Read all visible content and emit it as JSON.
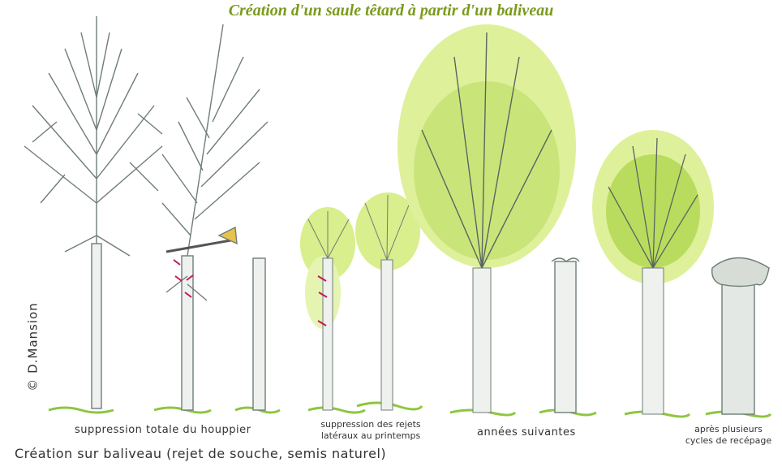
{
  "title": "Création d'un saule têtard à partir d'un baliveau",
  "credit": "© D.Mansion",
  "captions": {
    "suppression_houppier": "suppression totale du houppier",
    "suppression_rejets": "suppression des rejets latéraux au printemps",
    "annees_suivantes": "années suivantes",
    "apres_cycles": "après plusieurs cycles de recépage",
    "creation_baliveau": "Création sur baliveau (rejet de souche, semis naturel)"
  },
  "colors": {
    "title": "#7a9a1c",
    "trunk": "#6f7d78",
    "foliage_light": "#d9ee8c",
    "foliage_green": "#a8cf55",
    "grass": "#8dc63f",
    "cut_mark": "#c2185b"
  }
}
